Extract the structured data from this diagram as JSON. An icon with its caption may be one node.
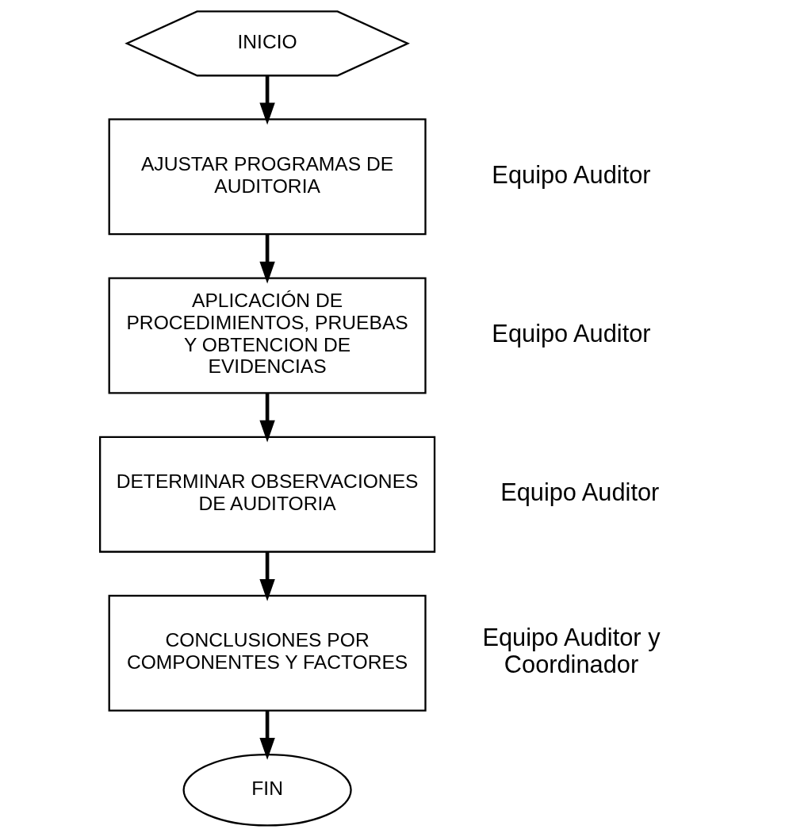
{
  "diagram": {
    "nodes": [
      {
        "text": [
          "INICIO"
        ]
      },
      {
        "text": [
          "AJUSTAR PROGRAMAS DE AUDITORIA"
        ],
        "beside": [
          "Equipo Auditor"
        ]
      },
      {
        "text": [
          "APLICACIÓN DE PROCEDIMIENTOS, PRUEBAS Y OBTENCION DE EVIDENCIAS"
        ],
        "beside": [
          "Equipo Auditor"
        ]
      },
      {
        "text": [
          "DETERMINAR OBSERVACIONES DE AUDITORIA"
        ],
        "beside": [
          "Equipo Auditor"
        ]
      },
      {
        "text": [
          "CONCLUSIONES POR COMPONENTES Y FACTORES"
        ],
        "beside": [
          "Equipo Auditor y Coordinador"
        ]
      },
      {
        "text": [
          "FIN"
        ]
      }
    ],
    "edges": [
      {
        "from": 0,
        "to": 1,
        "arrow": "to"
      },
      {
        "from": 1,
        "to": 2,
        "arrow": "to"
      },
      {
        "from": 2,
        "to": 3,
        "arrow": "to"
      },
      {
        "from": 3,
        "to": 4,
        "arrow": "to"
      },
      {
        "from": 4,
        "to": 5,
        "arrow": "to"
      }
    ]
  }
}
